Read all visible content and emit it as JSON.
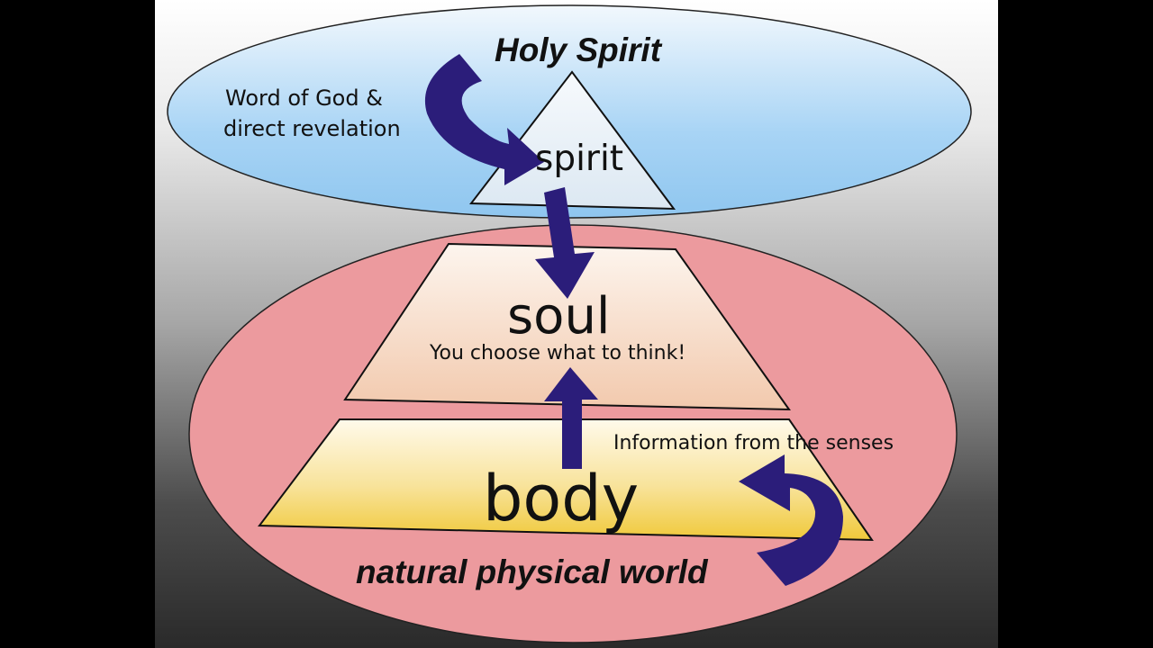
{
  "labels": {
    "holy_spirit": "Holy Spirit",
    "word_of_god_line1": "Word of God &",
    "word_of_god_line2": "direct revelation",
    "spirit": "spirit",
    "soul": "soul",
    "choose": "You choose what to think!",
    "senses": "Information from the senses",
    "body": "body",
    "natural_world": "natural physical world"
  },
  "colors": {
    "upper_ellipse": "#a8d4f5",
    "lower_ellipse": "#ec9a9e",
    "spirit_fill": "#e4eef6",
    "soul_fill": "#f6d7c2",
    "body_fill": "#f4d15a",
    "arrow": "#2b1d7a"
  }
}
